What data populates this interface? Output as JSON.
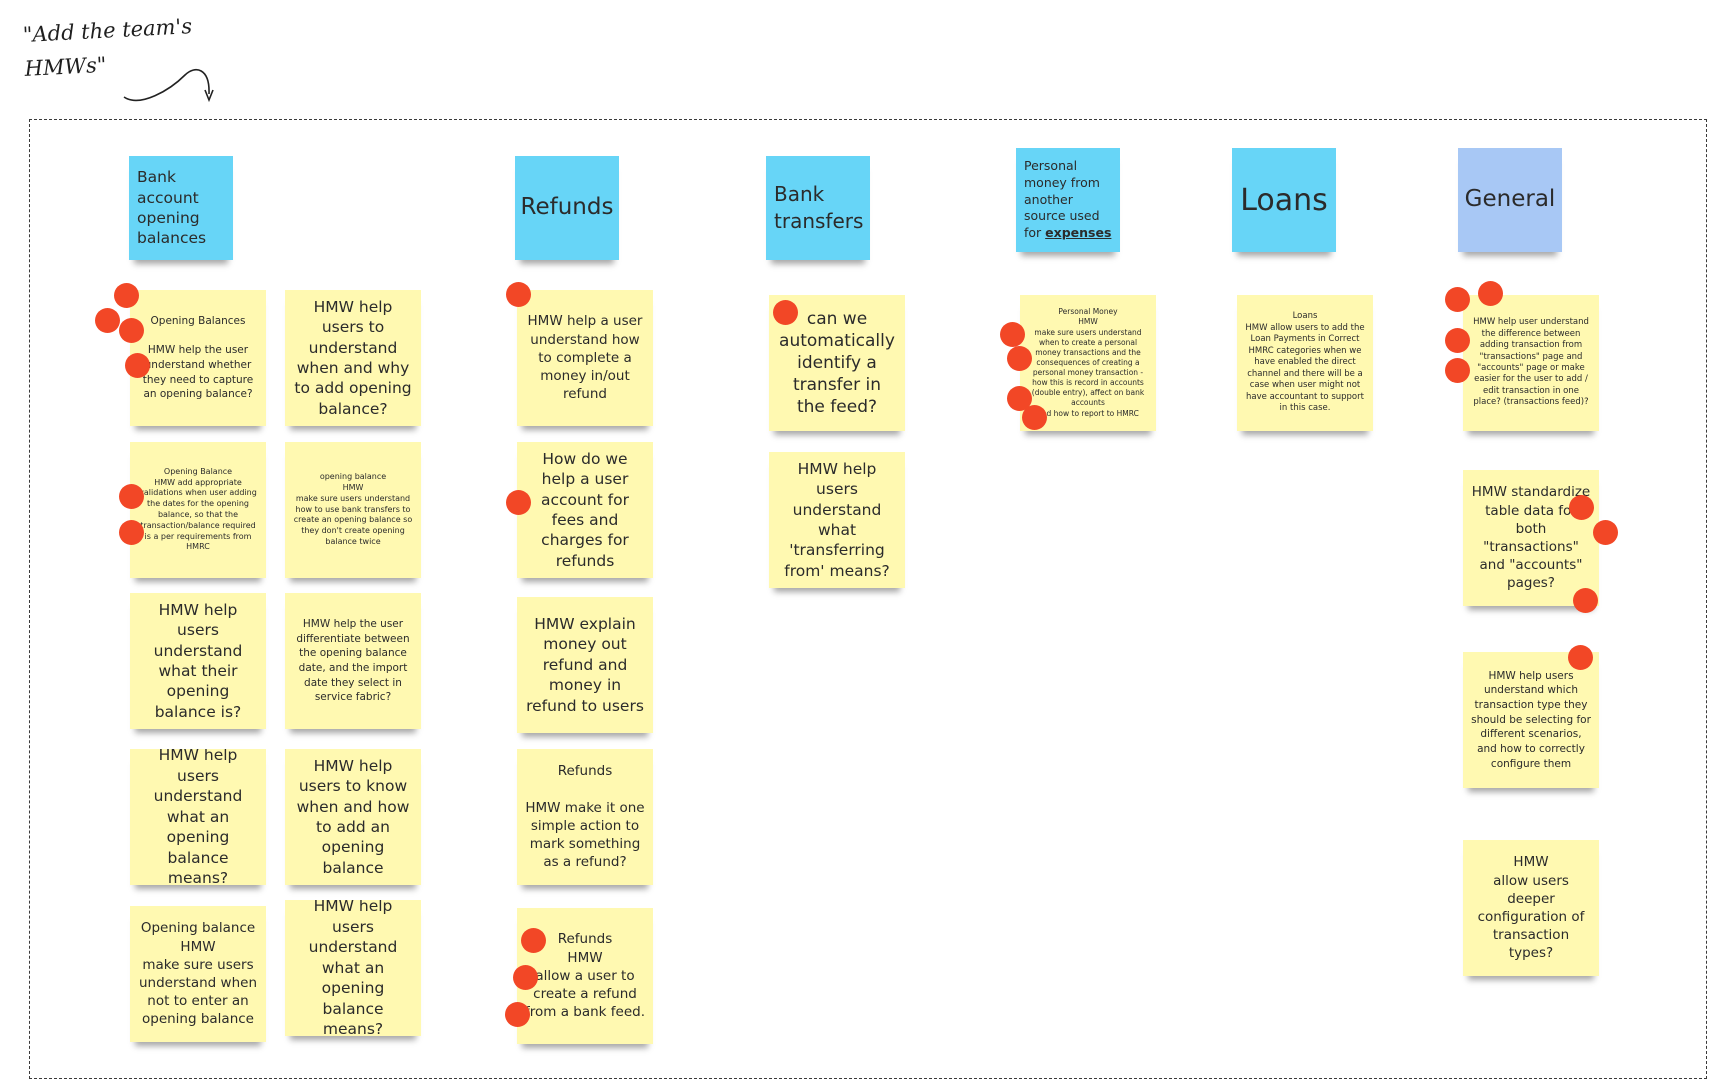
{
  "annotation": {
    "line1": "\"Add the team's",
    "line2": "HMWs\""
  },
  "headers": {
    "bank_account": "Bank\naccount\nopening\nbalances",
    "refunds": "Refunds",
    "bank_transfers": "Bank\ntransfers",
    "personal_money_prefix": "Personal\nmoney from\nanother\nsource used\nfor ",
    "personal_money_emph": "expenses",
    "loans": "Loans",
    "general": "General"
  },
  "stickies": {
    "ob1": "Opening Balances\n\nHMW help the user understand whether they need to capture an opening balance?",
    "ob2": "HMW help users to understand when and why to add opening balance?",
    "ob3": "Opening Balance\nHMW add appropriate validations when user adding the dates for the opening balance, so that the transaction/balance required is a per requirements from HMRC",
    "ob4": "opening balance\nHMW\nmake sure users understand how to use bank transfers to create an opening balance so they don't create opening balance twice",
    "ob5": "HMW help users understand what their opening balance is?",
    "ob6": "HMW help the user differentiate between the opening balance date, and the import date they select in service fabric?",
    "ob7": "HMW help users understand what an opening balance means?",
    "ob8": "HMW help users to know when and how to add an opening balance",
    "ob9": "Opening balance\nHMW\nmake sure users understand when not to enter an opening balance",
    "ob10": "HMW help users understand what an opening balance means?",
    "rf1": "HMW help a user understand how to complete a money in/out refund",
    "rf2": "How do we help a user account for fees and charges for refunds",
    "rf3": "HMW explain money out refund and money in refund to users",
    "rf4": "Refunds\n\nHMW make it one simple action to mark something as a refund?",
    "rf5": "Refunds\nHMW\nallow a user to create a refund from a bank feed.",
    "bt1": "can we automatically identify a transfer in the feed?",
    "bt2": "HMW help users understand what 'transferring from' means?",
    "pm1": "Personal Money\nHMW\nmake sure users understand when to create a personal money transactions and the consequences of creating a personal money transaction - how this is record in accounts (double entry), affect on bank accounts\nand how to report to HMRC",
    "ln1": "Loans\nHMW allow users to add the Loan Payments in Correct HMRC categories when we have enabled the direct channel and there will be a case when user might not have accountant to support in this case.",
    "gn1": "HMW help user understand the difference between adding transaction from \"transactions\" page and \"accounts\" page or make easier for the user to add / edit transaction in one place? (transactions feed)?",
    "gn2": "HMW standardize table data for both \"transactions\" and \"accounts\" pages?",
    "gn3": "HMW help users understand which transaction type they should be selecting for different scenarios, and how to correctly configure them",
    "gn4": "HMW\nallow users deeper configuration of transaction types?"
  },
  "colors": {
    "sticky_yellow": "#fff9b1",
    "header_cyan": "#67d5f7",
    "header_blue": "#a8c8f5",
    "vote_dot": "#f24726"
  }
}
